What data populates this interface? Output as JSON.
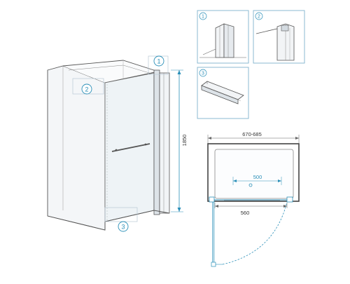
{
  "colors": {
    "accent": "#2a8fb8",
    "outline": "#555555",
    "light_outline": "#b8c8d4",
    "panel_border": "#7fb3cc"
  },
  "callouts": {
    "one": "1",
    "two": "2",
    "three": "3"
  },
  "dimensions": {
    "height": "1850",
    "width_range": "670-685",
    "tray_inner": "500",
    "opening": "560"
  },
  "detail_panels": [
    {
      "number": "1",
      "icon": "hinge-profile-detail"
    },
    {
      "number": "2",
      "icon": "top-bracket-detail"
    },
    {
      "number": "3",
      "icon": "bottom-seal-detail"
    }
  ]
}
